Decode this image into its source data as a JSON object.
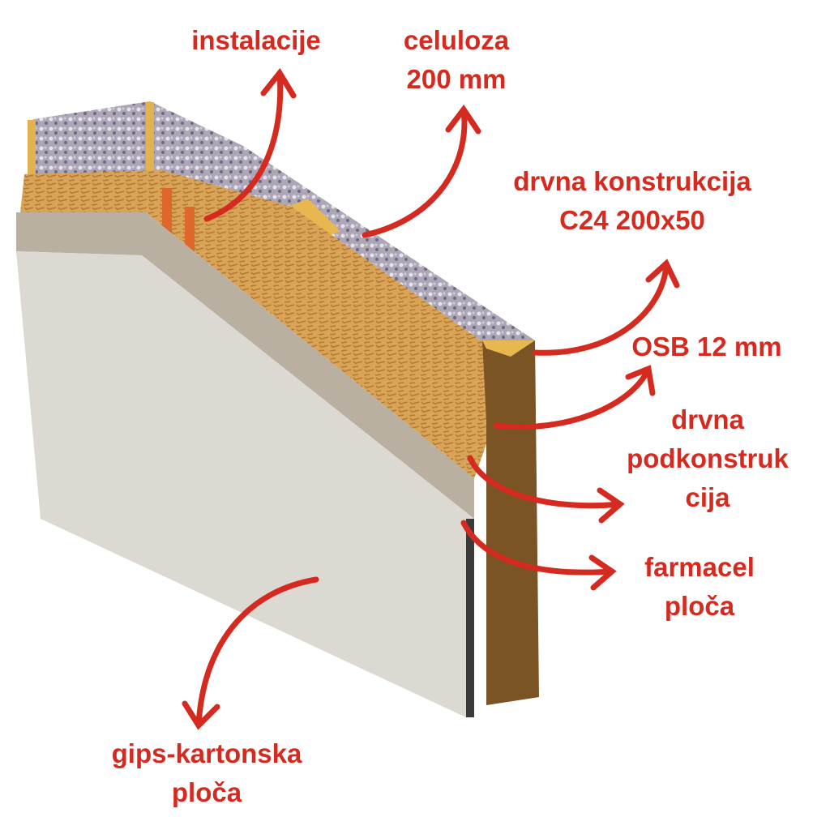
{
  "colors": {
    "accent": "#d42a20",
    "gypsum": "#d9d5cf",
    "farmacel": "#bdb5a6",
    "osb": "#d9a458",
    "timber": "#7a5424",
    "cellulose": "#a9a3b3"
  },
  "labels": {
    "instalacije": "instalacije",
    "celuloza": [
      "celuloza",
      "200 mm"
    ],
    "konstrukcija": [
      "drvna konstrukcija",
      "C24 200x50"
    ],
    "osb": "OSB 12 mm",
    "podkonstrukcija": [
      "drvna",
      "podkonstruk",
      "cija"
    ],
    "farmacel": [
      "farmacel",
      "ploča"
    ],
    "gips": [
      "gips-kartonska",
      "ploča"
    ]
  }
}
